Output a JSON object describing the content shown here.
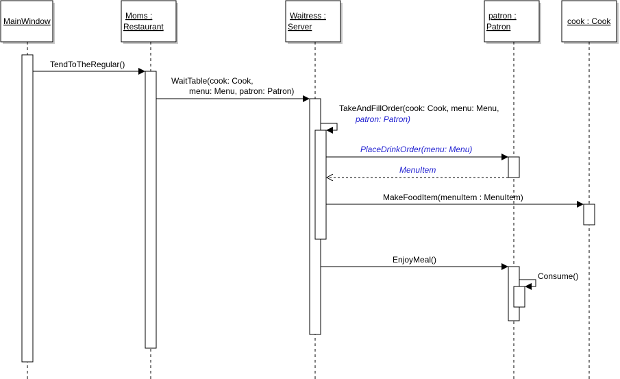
{
  "lifelines": {
    "main": "MainWindow",
    "moms_1": "Moms :",
    "moms_2": "Restaurant",
    "waitress_1": "Waitress :",
    "waitress_2": "Server",
    "patron_1": "patron :",
    "patron_2": "Patron",
    "cook": "cook : Cook"
  },
  "messages": {
    "tend": "TendToTheRegular()",
    "wait_1": "WaitTable(cook: Cook,",
    "wait_2": "menu: Menu, patron: Patron)",
    "take_1": "TakeAndFillOrder(cook: Cook, menu: Menu,",
    "take_2": "patron: Patron)",
    "drink": "PlaceDrinkOrder(menu: Menu)",
    "menuitem": "MenuItem",
    "food": "MakeFoodItem(menuItem : MenuItem)",
    "enjoy": "EnjoyMeal()",
    "consume": "Consume()"
  },
  "colors": {
    "return_label": "#1f1fd1"
  }
}
